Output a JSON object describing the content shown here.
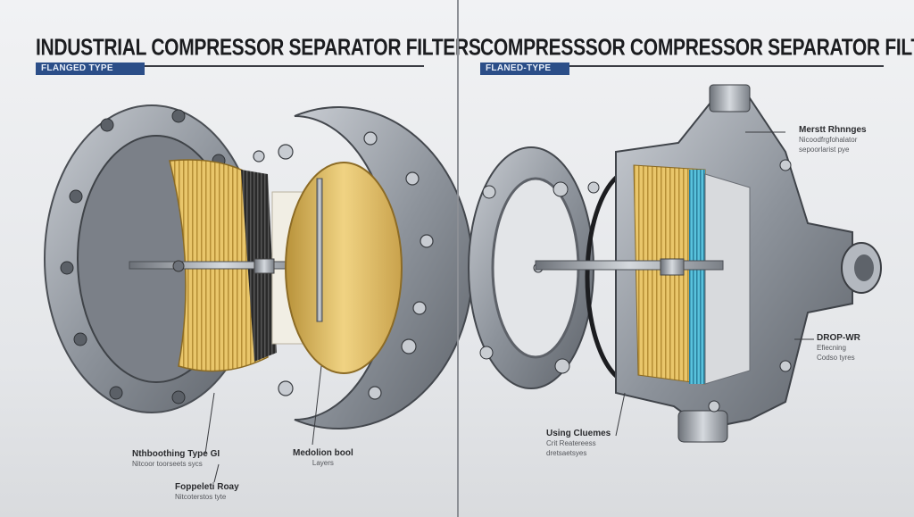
{
  "left": {
    "title": "INDUSTRIAL COMPRESSOR SEPARATOR FILTERS",
    "badge": "FLANGED TYPE",
    "callouts": [
      {
        "line1": "Nthboothing Type GI",
        "line2": "Nitcoor toorseets sycs"
      },
      {
        "line1": "Medolion bool",
        "line2": "Layers"
      },
      {
        "line1": "Foppeleti Roay",
        "line2": "Nitcoterstos tyte"
      }
    ]
  },
  "right": {
    "title": "COMPRESSSOR COMPRESSOR SEPARATOR FILTERS",
    "badge": "FLANED-TYPE",
    "callouts": [
      {
        "line1": "Merstt Rhnnges",
        "line2": "Nicoodfrgfohalator",
        "line3": "sepoorlarist pye"
      },
      {
        "line1": "DROP-WR",
        "line2": "Efiecning",
        "line3": "Codso tyres"
      },
      {
        "line1": "Using Cluemes",
        "line2": "Crit Reatereess",
        "line3": "dretsaetsyes"
      }
    ]
  },
  "colors": {
    "accent": "#2b4e88",
    "steel": "#9aa0a8",
    "media": "#e6c46a",
    "blue_media": "#4cb7d4"
  }
}
